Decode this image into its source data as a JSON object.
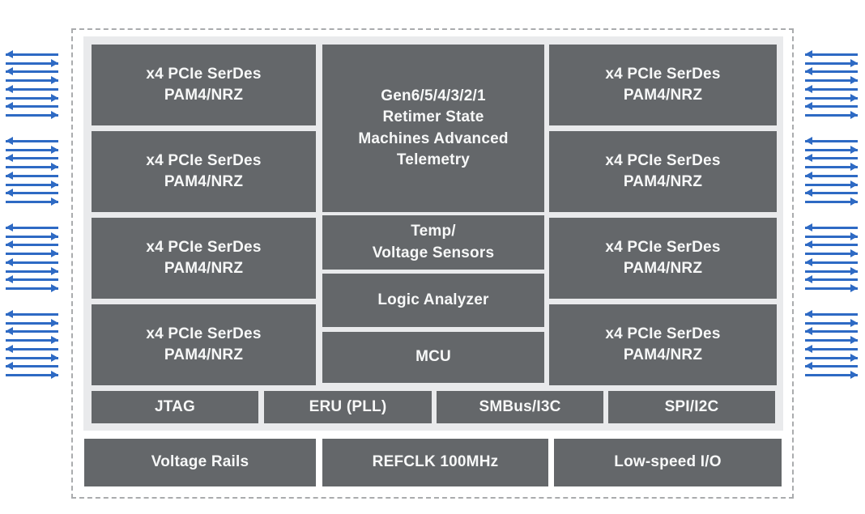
{
  "diagram": {
    "colors": {
      "page_background": "#ffffff",
      "block_fill": "#64676a",
      "block_text": "#f7f8f8",
      "die_fill": "#e9eaec",
      "dashed_border": "#aaacae",
      "arrow_blue": "#2e6ac4"
    },
    "serdes_blocks": {
      "left": [
        {
          "line1": "x4 PCIe SerDes",
          "line2": "PAM4/NRZ"
        },
        {
          "line1": "x4 PCIe SerDes",
          "line2": "PAM4/NRZ"
        },
        {
          "line1": "x4 PCIe SerDes",
          "line2": "PAM4/NRZ"
        },
        {
          "line1": "x4 PCIe SerDes",
          "line2": "PAM4/NRZ"
        }
      ],
      "right": [
        {
          "line1": "x4 PCIe SerDes",
          "line2": "PAM4/NRZ"
        },
        {
          "line1": "x4 PCIe SerDes",
          "line2": "PAM4/NRZ"
        },
        {
          "line1": "x4 PCIe SerDes",
          "line2": "PAM4/NRZ"
        },
        {
          "line1": "x4 PCIe SerDes",
          "line2": "PAM4/NRZ"
        }
      ]
    },
    "center": {
      "retimer_lines": [
        "Gen6/5/4/3/2/1",
        "Retimer State",
        "Machines Advanced",
        "Telemetry"
      ],
      "temp_sensors_lines": [
        "Temp/",
        "Voltage Sensors"
      ],
      "logic_analyzer": "Logic Analyzer",
      "mcu": "MCU"
    },
    "interface_row": {
      "jtag": "JTAG",
      "eru_pll": "ERU (PLL)",
      "smbus_i3c": "SMBus/I3C",
      "spi_i2c": "SPI/I2C"
    },
    "io_row": {
      "voltage_rails": "Voltage Rails",
      "refclk": "REFCLK 100MHz",
      "low_speed_io": "Low-speed I/O"
    },
    "arrows": {
      "groups_per_side": 4,
      "arrows_per_group": 8,
      "direction_pattern": [
        "left",
        "right"
      ]
    }
  }
}
